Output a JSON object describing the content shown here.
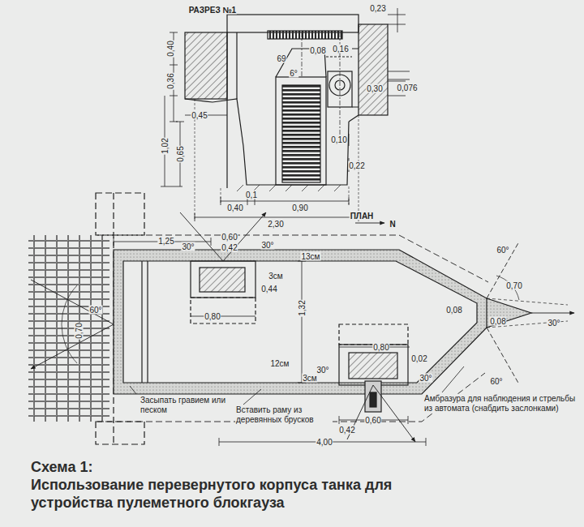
{
  "diagram": {
    "title": "Схема 1:",
    "caption": "Использование перевернутого корпуса танка для устройства пулеметного блокгауза",
    "labels": [
      "РАЗРЕЗ №1",
      "0,40",
      "0,36",
      "1,02",
      "0,65",
      "0,45",
      "69",
      "6°",
      "0,08",
      "0,16",
      "0,23",
      "0,076",
      "0,30",
      "0,10",
      "0,22",
      "0,40",
      "0,1",
      "0,90",
      "2,30",
      "ПЛАН",
      "N",
      "1,25",
      "30°",
      "0,60",
      "0,42",
      "30°",
      "13см",
      "3см",
      "0,44",
      "0,80",
      "1,32",
      "0,70",
      "60°",
      "60°",
      "0,70",
      "0,08",
      "0,08",
      "30°",
      "0,80",
      "0,02",
      "12см",
      "30°",
      "3см",
      "30°",
      "60°",
      "0,42",
      "0,60",
      "4,00",
      "Засыпать гравием или песком",
      "Вставить раму из деревянных брусков",
      "Амбразура для наблюдения и стрельбы из автомата (снабдить заслонками)"
    ]
  }
}
